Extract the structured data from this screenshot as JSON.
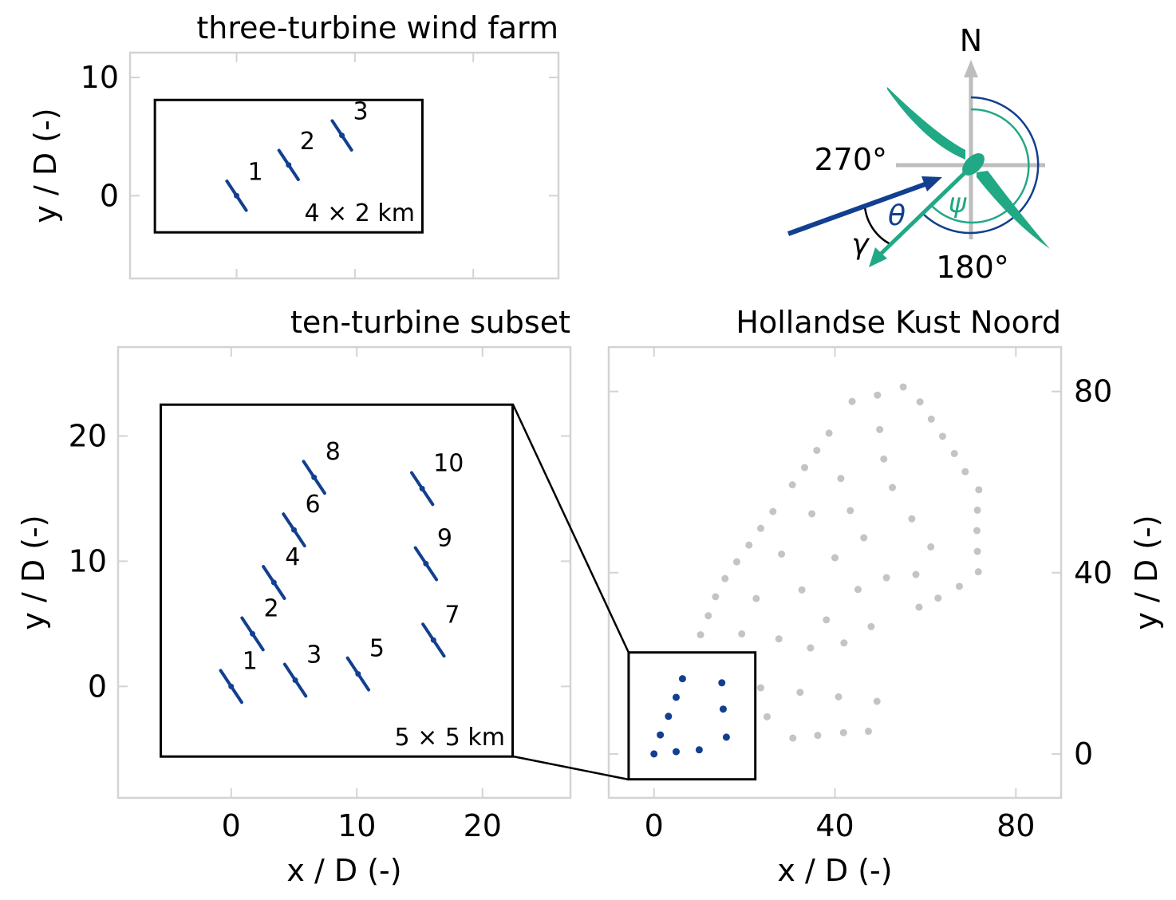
{
  "colors": {
    "turbine": "#123f8f",
    "other_turbine": "#c4c4c4",
    "yaw": "#21a884",
    "frame": "#d3d3d3",
    "north": "#bdbdbd"
  },
  "chart_data": [
    {
      "type": "scatter",
      "title": "three-turbine wind farm",
      "xlabel": "",
      "ylabel": "y / D (-)",
      "xlim": [
        -9,
        27.2
      ],
      "ylim": [
        -7,
        12.1
      ],
      "xticks": [
        {
          "v": 0,
          "label": ""
        },
        {
          "v": 10,
          "label": ""
        },
        {
          "v": 20,
          "label": ""
        }
      ],
      "yticks": [
        {
          "v": 0,
          "label": "0"
        },
        {
          "v": 10,
          "label": "10"
        }
      ],
      "ytick_side": "left",
      "box": {
        "x": [
          -6.9,
          15.7
        ],
        "y": [
          -3.1,
          8.1
        ],
        "label": "4 × 2 km"
      },
      "turbines": [
        {
          "label": "1",
          "x": 0,
          "y": 0
        },
        {
          "label": "2",
          "x": 4.4,
          "y": 2.6
        },
        {
          "label": "3",
          "x": 8.9,
          "y": 5.1
        }
      ]
    },
    {
      "type": "scatter",
      "title": "ten-turbine subset",
      "xlabel": "x / D (-)",
      "ylabel": "y / D (-)",
      "xlim": [
        -9,
        27
      ],
      "ylim": [
        -8.9,
        27.1
      ],
      "xticks": [
        {
          "v": 0,
          "label": "0"
        },
        {
          "v": 10,
          "label": "10"
        },
        {
          "v": 20,
          "label": "20"
        }
      ],
      "yticks": [
        {
          "v": 0,
          "label": "0"
        },
        {
          "v": 10,
          "label": "10"
        },
        {
          "v": 20,
          "label": "20"
        }
      ],
      "ytick_side": "left",
      "box": {
        "x": [
          -5.6,
          22.4
        ],
        "y": [
          -5.6,
          22.5
        ],
        "label": "5 × 5 km"
      },
      "turbines": [
        {
          "label": "1",
          "x": 0,
          "y": 0
        },
        {
          "label": "2",
          "x": 1.7,
          "y": 4.2
        },
        {
          "label": "3",
          "x": 5.1,
          "y": 0.5
        },
        {
          "label": "4",
          "x": 3.4,
          "y": 8.3
        },
        {
          "label": "5",
          "x": 10.1,
          "y": 1.0
        },
        {
          "label": "6",
          "x": 5.0,
          "y": 12.5
        },
        {
          "label": "7",
          "x": 16.1,
          "y": 3.7
        },
        {
          "label": "8",
          "x": 6.6,
          "y": 16.7
        },
        {
          "label": "9",
          "x": 15.5,
          "y": 9.8
        },
        {
          "label": "10",
          "x": 15.2,
          "y": 15.8
        }
      ]
    },
    {
      "type": "scatter",
      "title": "Hollandse Kust Noord",
      "xlabel": "x / D (-)",
      "ylabel": "y / D (-)",
      "xlim": [
        -10,
        90
      ],
      "ylim": [
        -9.7,
        89.8
      ],
      "xticks": [
        {
          "v": 0,
          "label": "0"
        },
        {
          "v": 40,
          "label": "40"
        },
        {
          "v": 80,
          "label": "80"
        }
      ],
      "yticks": [
        {
          "v": 0,
          "label": "0"
        },
        {
          "v": 40,
          "label": "40"
        },
        {
          "v": 80,
          "label": "80"
        }
      ],
      "ytick_side": "right",
      "box": {
        "x": [
          -5.6,
          22.4
        ],
        "y": [
          -5.6,
          22.4
        ],
        "label": ""
      },
      "subset": [
        [
          0,
          0
        ],
        [
          4.9,
          0.5
        ],
        [
          10,
          0.9
        ],
        [
          1.4,
          4.2
        ],
        [
          3.2,
          8.3
        ],
        [
          4.9,
          12.5
        ],
        [
          6.3,
          16.6
        ],
        [
          15,
          15.7
        ],
        [
          15.3,
          9.9
        ],
        [
          16,
          3.7
        ]
      ],
      "others": [
        [
          43.8,
          77.8
        ],
        [
          49.4,
          79.2
        ],
        [
          55.1,
          81.0
        ],
        [
          58.8,
          77.7
        ],
        [
          61.3,
          73.9
        ],
        [
          63.8,
          70.1
        ],
        [
          66.4,
          66.3
        ],
        [
          68.8,
          62.3
        ],
        [
          71.8,
          58.3
        ],
        [
          71.5,
          53.8
        ],
        [
          71.4,
          49.3
        ],
        [
          71.5,
          44.7
        ],
        [
          71.7,
          40.2
        ],
        [
          67.5,
          37.0
        ],
        [
          62.8,
          34.4
        ],
        [
          58.6,
          32.4
        ],
        [
          38.7,
          70.8
        ],
        [
          36.0,
          67.0
        ],
        [
          33.3,
          63.2
        ],
        [
          30.6,
          59.4
        ],
        [
          26.3,
          53.5
        ],
        [
          23.6,
          49.8
        ],
        [
          21.0,
          46.1
        ],
        [
          18.3,
          42.4
        ],
        [
          15.7,
          38.7
        ],
        [
          13.6,
          34.7
        ],
        [
          12.0,
          30.5
        ],
        [
          10.3,
          26.3
        ],
        [
          49.9,
          71.6
        ],
        [
          50.8,
          65.1
        ],
        [
          41.3,
          60.8
        ],
        [
          52.7,
          58.8
        ],
        [
          34.9,
          53.0
        ],
        [
          43.4,
          53.7
        ],
        [
          57.0,
          51.9
        ],
        [
          46.4,
          47.7
        ],
        [
          28.2,
          44.1
        ],
        [
          40.0,
          43.3
        ],
        [
          61.2,
          45.7
        ],
        [
          51.4,
          38.9
        ],
        [
          57.9,
          39.6
        ],
        [
          32.7,
          36.2
        ],
        [
          45.1,
          36.3
        ],
        [
          22.6,
          34.3
        ],
        [
          38.1,
          29.6
        ],
        [
          48.0,
          28.1
        ],
        [
          19.4,
          26.5
        ],
        [
          27.6,
          25.4
        ],
        [
          34.6,
          23.4
        ],
        [
          42.0,
          24.5
        ],
        [
          23.6,
          14.6
        ],
        [
          32.3,
          13.6
        ],
        [
          40.8,
          12.6
        ],
        [
          49.3,
          11.6
        ],
        [
          25.0,
          8.2
        ],
        [
          30.7,
          3.5
        ],
        [
          36.2,
          4.1
        ],
        [
          41.9,
          4.7
        ],
        [
          47.4,
          5.0
        ]
      ]
    }
  ],
  "compass": {
    "north": "N",
    "west": "270°",
    "south": "180°",
    "theta": "θ",
    "psi": "ψ",
    "gamma": "γ"
  }
}
